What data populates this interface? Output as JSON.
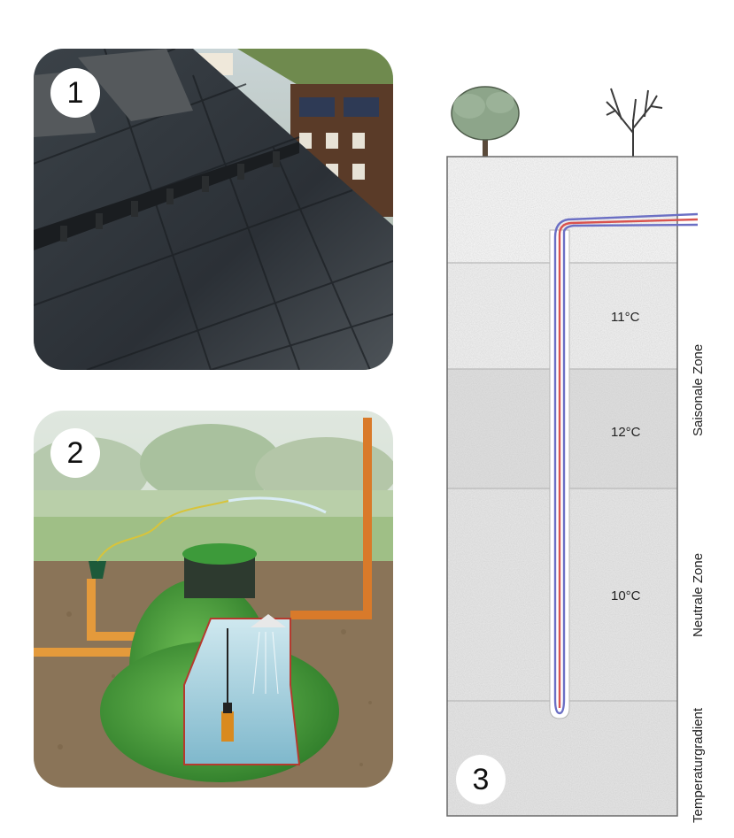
{
  "panels": [
    {
      "number": "1",
      "icon": "solar-roof-photo"
    },
    {
      "number": "2",
      "icon": "rainwater-tank-illustration"
    },
    {
      "number": "3",
      "icon": "geothermal-probe-diagram"
    }
  ],
  "geothermal": {
    "temperatures": [
      "11°C",
      "12°C",
      "10°C"
    ],
    "zones": [
      "Saisonale Zone",
      "Neutrale Zone",
      "Temperaturgradient"
    ],
    "colors": {
      "supply_pipe": "#d9534f",
      "return_pipe": "#6b6fc4"
    }
  }
}
